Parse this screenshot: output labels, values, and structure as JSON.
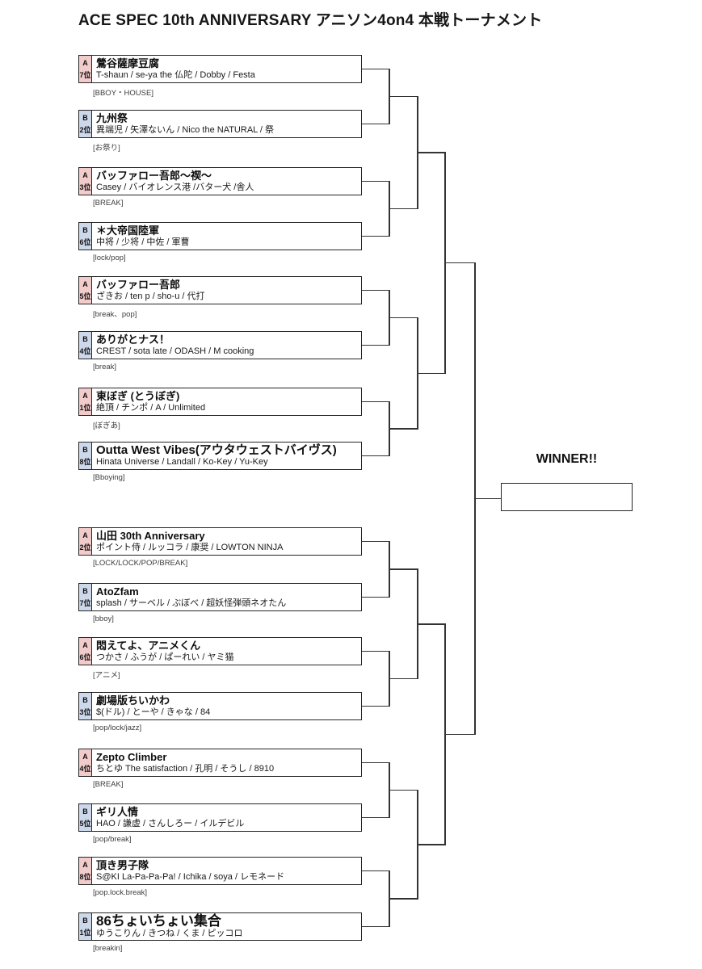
{
  "title": "ACE SPEC 10th ANNIVERSARY アニソン4on4 本戦トーナメント",
  "winner_label": "WINNER!!",
  "colors": {
    "block_a_bg": "#F2CBCB",
    "block_b_bg": "#CDD8EB",
    "line": "#333333",
    "border": "#262626"
  },
  "teams": [
    {
      "block": "A",
      "rank": "7位",
      "name": "鶯谷薩摩豆腐",
      "members": "T-shaun / se-ya the 仏陀 / Dobby / Festa",
      "genre": "[BBOY・HOUSE]"
    },
    {
      "block": "B",
      "rank": "2位",
      "name": "九州祭",
      "members": "異端児 / 矢澤ないん / Nico the NATURAL / 祭",
      "genre": "[お祭り]"
    },
    {
      "block": "A",
      "rank": "3位",
      "name": "バッファロー吾郎～禊～",
      "members": "Casey / バイオレンス港 /バター犬 /舎人",
      "genre": "[BREAK]"
    },
    {
      "block": "B",
      "rank": "6位",
      "name": "＊大帝国陸軍",
      "members": "中将 / 少将 / 中佐 / 軍曹",
      "genre": "[lock/pop]"
    },
    {
      "block": "A",
      "rank": "5位",
      "name": "バッファロー吾郎",
      "members": "ざきお / ten p / sho-u / 代打",
      "genre": "[break、pop]"
    },
    {
      "block": "B",
      "rank": "4位",
      "name": "ありがとナス！",
      "members": "CREST / sota late / ODASH / M cooking",
      "genre": "[break]"
    },
    {
      "block": "A",
      "rank": "1位",
      "name": "東ぼぎ (とうぼぎ)",
      "members": "絶頂 / チンポ / A / Unlimited",
      "genre": "[ぼぎあ]"
    },
    {
      "block": "B",
      "rank": "8位",
      "name": "Outta West Vibes(アウタウェストバイヴス)",
      "members": "Hinata Universe / Landall / Ko-Key / Yu-Key",
      "genre": "[Bboying]"
    },
    {
      "block": "A",
      "rank": "2位",
      "name": "山田 30th Anniversary",
      "members": "ポイント侍 / ルッコラ / 康奨 / LOWTON NINJA",
      "genre": "[LOCK/LOCK/POP/BREAK]"
    },
    {
      "block": "B",
      "rank": "7位",
      "name": "AtoZfam",
      "members": "splash / サーベル / ぶぼべ / 超妖怪弾頭ネオたん",
      "genre": "[bboy]"
    },
    {
      "block": "A",
      "rank": "6位",
      "name": "悶えてよ、アニメくん",
      "members": "つかさ / ふうが / ぱーれい / ヤミ猫",
      "genre": "[アニメ]"
    },
    {
      "block": "B",
      "rank": "3位",
      "name": "劇場版ちいかわ",
      "members": "$(ドル) / とーや / きゃな / 84",
      "genre": "[pop/lock/jazz]"
    },
    {
      "block": "A",
      "rank": "4位",
      "name": "Zepto Climber",
      "members": "ちとゆ The satisfaction / 孔明 / そうし / 8910",
      "genre": "[BREAK]"
    },
    {
      "block": "B",
      "rank": "5位",
      "name": "ギリ人情",
      "members": "HAO / 謙虚 / さんしろー / イルデビル",
      "genre": "[pop/break]"
    },
    {
      "block": "A",
      "rank": "8位",
      "name": "頂き男子隊",
      "members": "S@KI La-Pa-Pa-Pa! / Ichika / soya / レモネード",
      "genre": "[pop.lock.break]"
    },
    {
      "block": "B",
      "rank": "1位",
      "name": "86ちょいちょい集合",
      "members": "ゆうこりん / きつね / くま / ピッコロ",
      "genre": "[breakin]"
    }
  ]
}
